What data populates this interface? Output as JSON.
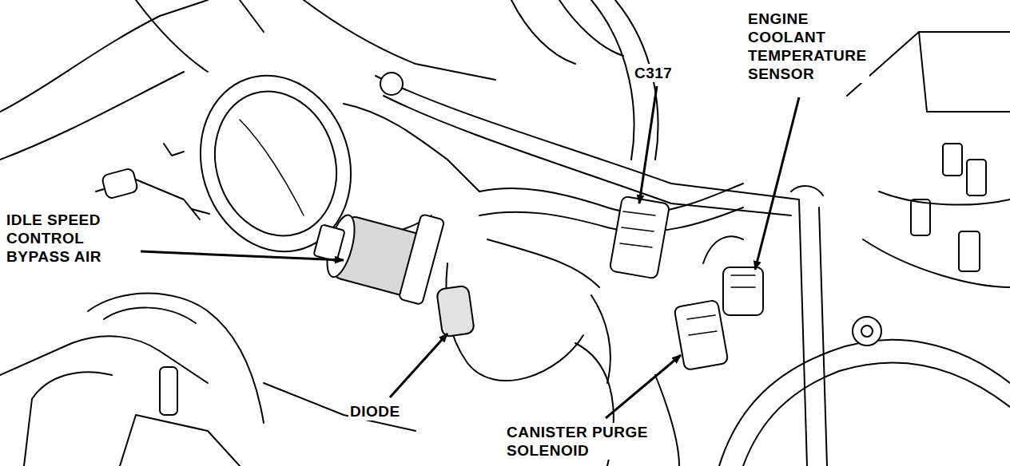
{
  "diagram": {
    "labels": [
      "C317",
      "ENGINE COOLANT TEMPERATURE SENSOR",
      "IDLE SPEED CONTROL BYPASS AIR",
      "DIODE",
      "CANISTER PURGE SOLENOID"
    ]
  }
}
